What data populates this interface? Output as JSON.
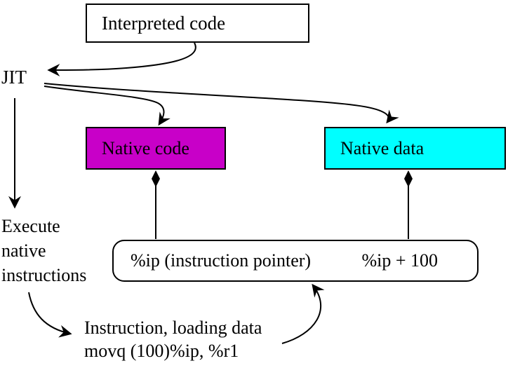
{
  "diagram": {
    "labels": {
      "interpreted_code": "Interpreted code",
      "jit": "JIT",
      "native_code": "Native code",
      "native_data": "Native data",
      "ip_left": "%ip (instruction pointer)",
      "ip_right": "%ip + 100",
      "execute_line1": "Execute",
      "execute_line2": "native",
      "execute_line3": "instructions",
      "note_line1": "Instruction, loading data",
      "note_line2": "movq (100)%ip, %r1"
    },
    "colors": {
      "native_code_fill": "#c800c8",
      "native_data_fill": "#00ffff",
      "line_stroke": "#000000",
      "background": "#ffffff"
    },
    "edges": [
      {
        "from": "interpreted-code",
        "to": "jit",
        "style": "curved-arrow"
      },
      {
        "from": "jit",
        "to": "native-code",
        "style": "curved-arrow"
      },
      {
        "from": "jit",
        "to": "native-data",
        "style": "curved-arrow"
      },
      {
        "from": "jit",
        "to": "execute-native-instructions",
        "style": "straight-arrow"
      },
      {
        "from": "native-code",
        "to": "ip-box",
        "style": "diamond-tail-line"
      },
      {
        "from": "native-data",
        "to": "ip-box",
        "style": "diamond-tail-line"
      },
      {
        "from": "execute-native-instructions",
        "to": "instruction-note",
        "style": "curved-arrow"
      },
      {
        "from": "instruction-note",
        "to": "ip-box",
        "style": "curved-arrow"
      }
    ]
  }
}
